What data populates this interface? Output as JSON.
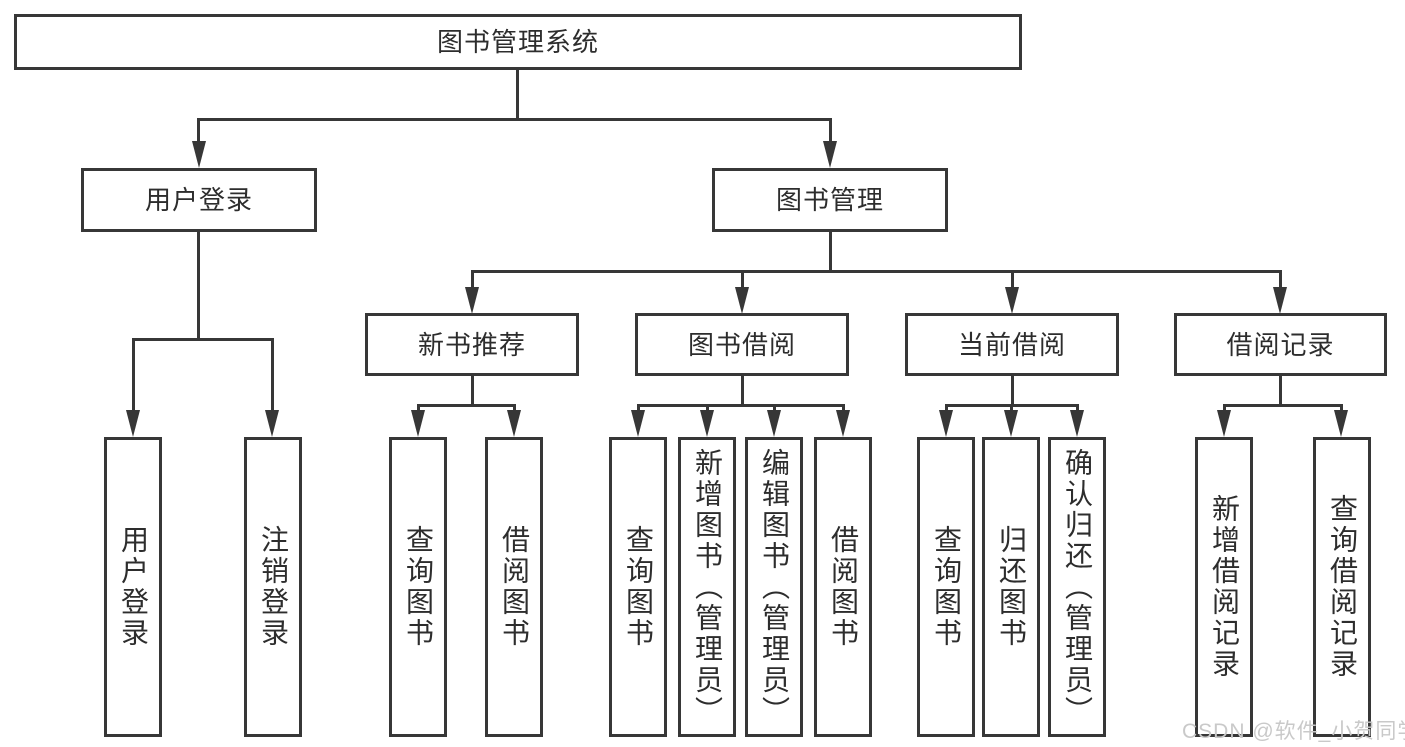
{
  "diagram": {
    "root": {
      "label": "图书管理系统"
    },
    "branches": [
      {
        "label": "用户登录",
        "children": [
          {
            "label": "用户登录"
          },
          {
            "label": "注销登录"
          }
        ]
      },
      {
        "label": "图书管理",
        "children": [
          {
            "label": "新书推荐",
            "children": [
              {
                "label": "查询图书"
              },
              {
                "label": "借阅图书"
              }
            ]
          },
          {
            "label": "图书借阅",
            "children": [
              {
                "label": "查询图书"
              },
              {
                "label": "新增图书（管理员）"
              },
              {
                "label": "编辑图书（管理员）"
              },
              {
                "label": "借阅图书"
              }
            ]
          },
          {
            "label": "当前借阅",
            "children": [
              {
                "label": "查询图书"
              },
              {
                "label": "归还图书"
              },
              {
                "label": "确认归还（管理员）"
              }
            ]
          },
          {
            "label": "借阅记录",
            "children": [
              {
                "label": "新增借阅记录"
              },
              {
                "label": "查询借阅记录"
              }
            ]
          }
        ]
      }
    ]
  },
  "watermark": "CSDN @软件_小贺同学",
  "colors": {
    "line": "#373737",
    "text": "#2d2d2d",
    "background": "#ffffff",
    "watermark": "#c9c9c9"
  }
}
